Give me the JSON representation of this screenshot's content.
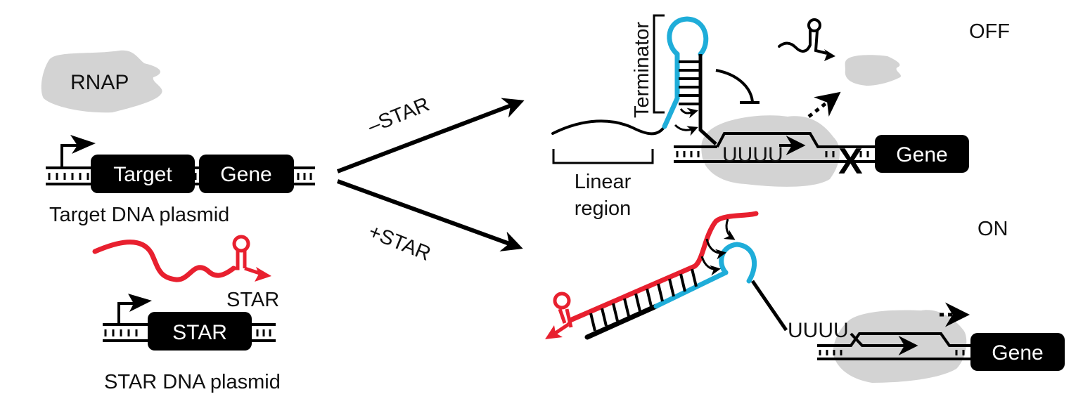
{
  "colors": {
    "ink": "#000000",
    "rnap": "#d3d3d3",
    "star_rna": "#e8202f",
    "terminator": "#1fadd9",
    "text": "#111111",
    "box_text": "#ffffff"
  },
  "left_panel": {
    "rnap_label": "RNAP",
    "target_plasmid": {
      "parts": [
        "Target",
        "Gene"
      ],
      "caption": "Target DNA plasmid"
    },
    "star_rna_label": "STAR",
    "star_plasmid": {
      "parts": [
        "STAR"
      ],
      "caption": "STAR DNA plasmid"
    }
  },
  "branches": {
    "minus": "–STAR",
    "plus": "+STAR"
  },
  "off_state": {
    "state_label": "OFF",
    "terminator_label": "Terminator",
    "linear_region_label": [
      "Linear",
      "region"
    ],
    "uuuu": "UUUU",
    "gene_label": "Gene",
    "blocked_icon": "x-mark-icon"
  },
  "on_state": {
    "state_label": "ON",
    "uuuu": "UUUU",
    "gene_label": "Gene"
  }
}
